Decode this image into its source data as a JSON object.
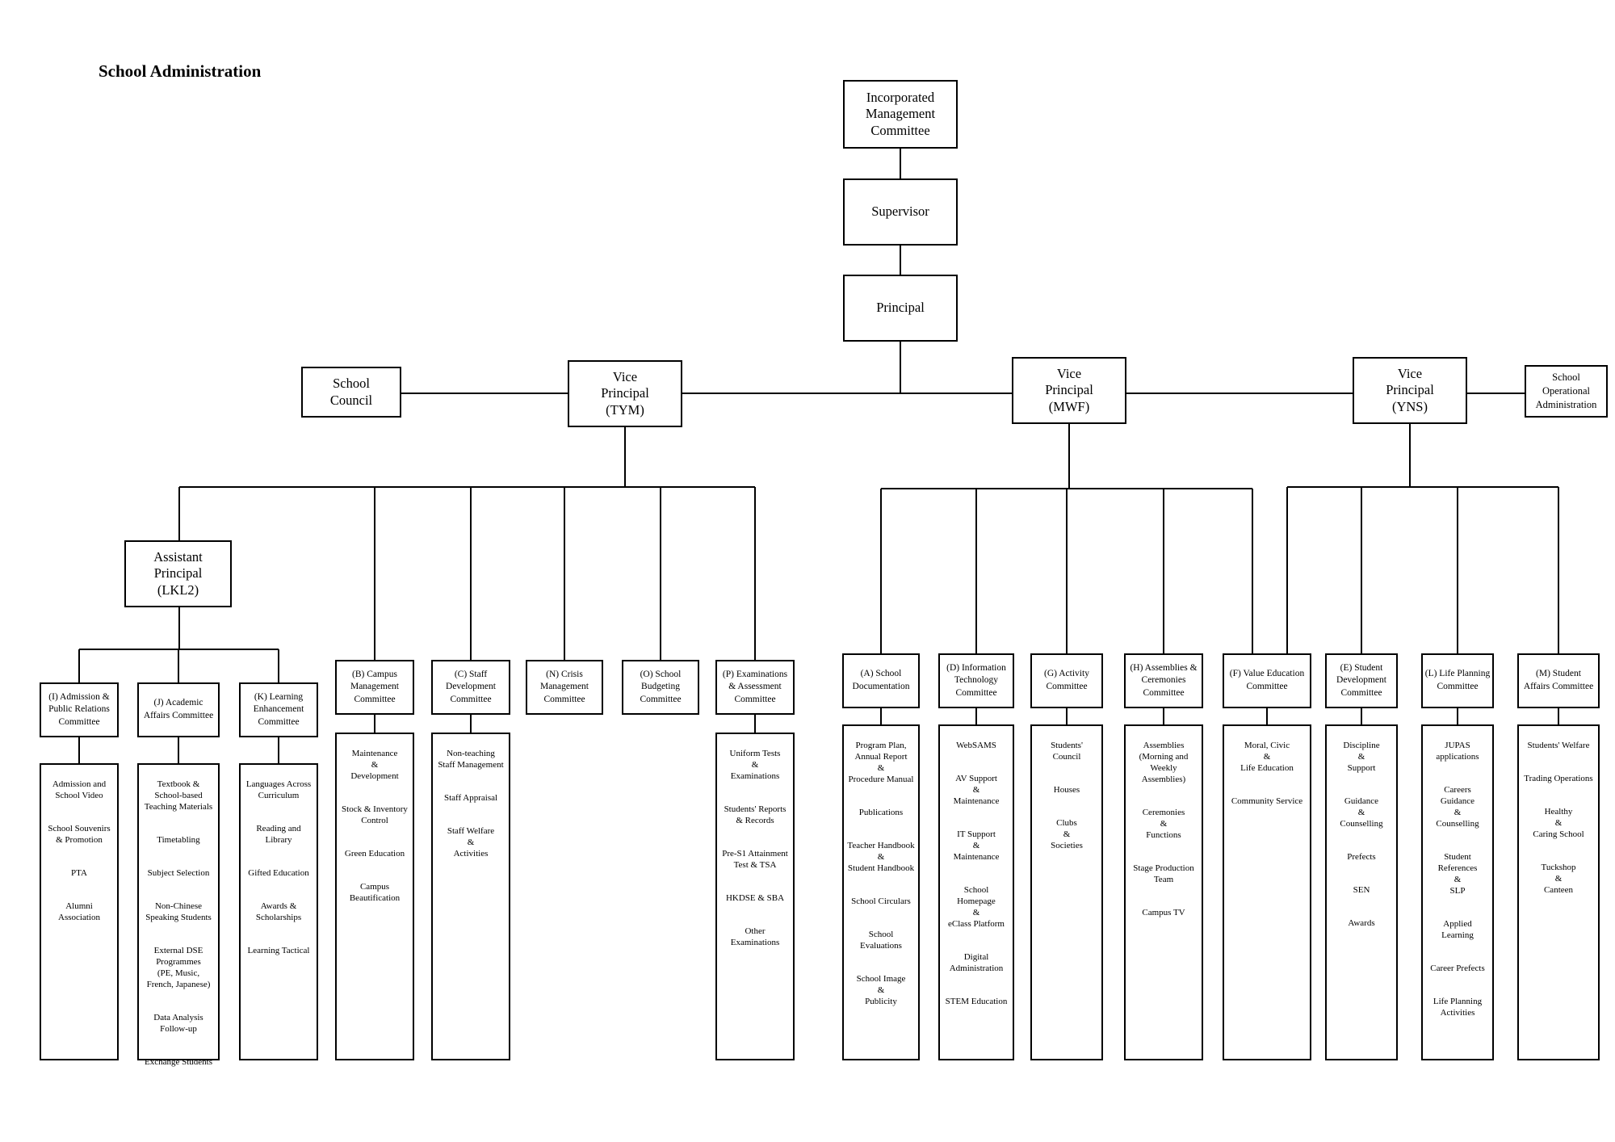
{
  "title": "School Administration",
  "nodes": {
    "imc": "Incorporated\nManagement\nCommittee",
    "supervisor": "Supervisor",
    "principal": "Principal",
    "school_council": "School\nCouncil",
    "vp_tym": "Vice\nPrincipal\n(TYM)",
    "vp_mwf": "Vice\nPrincipal\n(MWF)",
    "vp_yns": "Vice\nPrincipal\n(YNS)",
    "school_operational_admin": "School\nOperational\nAdministration",
    "ap_lkl2": "Assistant\nPrincipal\n(LKL2)"
  },
  "committees": [
    {
      "id": "I",
      "label": "(I) Admission &\nPublic Relations\nCommittee",
      "items": [
        "Admission and\nSchool Video",
        "School Souvenirs\n& Promotion",
        "PTA",
        "Alumni\nAssociation"
      ]
    },
    {
      "id": "J",
      "label": "(J) Academic\nAffairs Committee",
      "items": [
        "Textbook &\nSchool-based\nTeaching Materials",
        "Timetabling",
        "Subject Selection",
        "Non-Chinese\nSpeaking Students",
        "External DSE\nProgrammes\n(PE, Music,\nFrench, Japanese)",
        "Data Analysis\nFollow-up",
        "Exchange Students"
      ]
    },
    {
      "id": "K",
      "label": "(K) Learning\nEnhancement\nCommittee",
      "items": [
        "Languages Across\nCurriculum",
        "Reading and\nLibrary",
        "Gifted Education",
        "Awards &\nScholarships",
        "Learning Tactical"
      ]
    },
    {
      "id": "B",
      "label": "(B) Campus\nManagement\nCommittee",
      "items": [
        "Maintenance\n&\nDevelopment",
        "Stock & Inventory\nControl",
        "Green Education",
        "Campus\nBeautification"
      ]
    },
    {
      "id": "C",
      "label": "(C) Staff\nDevelopment\nCommittee",
      "items": [
        "Non-teaching\nStaff Management",
        "Staff Appraisal",
        "Staff Welfare\n&\nActivities"
      ]
    },
    {
      "id": "N",
      "label": "(N) Crisis\nManagement\nCommittee",
      "items": []
    },
    {
      "id": "O",
      "label": "(O) School\nBudgeting\nCommittee",
      "items": []
    },
    {
      "id": "P",
      "label": "(P) Examinations\n& Assessment\nCommittee",
      "items": [
        "Uniform Tests\n&\nExaminations",
        "Students' Reports\n& Records",
        "Pre-S1 Attainment\nTest & TSA",
        "HKDSE & SBA",
        "Other\nExaminations"
      ]
    },
    {
      "id": "A",
      "label": "(A) School\nDocumentation",
      "items": [
        "Program Plan,\nAnnual Report\n&\nProcedure Manual",
        "Publications",
        "Teacher Handbook\n&\nStudent Handbook",
        "School Circulars",
        "School\nEvaluations",
        "School Image\n&\nPublicity"
      ]
    },
    {
      "id": "D",
      "label": "(D) Information\nTechnology\nCommittee",
      "items": [
        "WebSAMS",
        "AV Support\n&\nMaintenance",
        "IT Support\n&\nMaintenance",
        "School\nHomepage\n&\neClass Platform",
        "Digital\nAdministration",
        "STEM Education"
      ]
    },
    {
      "id": "G",
      "label": "(G) Activity\nCommittee",
      "items": [
        "Students'\nCouncil",
        "Houses",
        "Clubs\n&\nSocieties"
      ]
    },
    {
      "id": "H",
      "label": "(H) Assemblies &\nCeremonies\nCommittee",
      "items": [
        "Assemblies\n(Morning and\nWeekly\nAssemblies)",
        "Ceremonies\n&\nFunctions",
        "Stage Production\nTeam",
        "Campus TV"
      ]
    },
    {
      "id": "F",
      "label": "(F) Value Education\nCommittee",
      "items": [
        "Moral, Civic\n&\nLife Education",
        "Community Service"
      ]
    },
    {
      "id": "E",
      "label": "(E) Student\nDevelopment\nCommittee",
      "items": [
        "Discipline\n&\nSupport",
        "Guidance\n&\nCounselling",
        "Prefects",
        "SEN",
        "Awards"
      ]
    },
    {
      "id": "L",
      "label": "(L) Life Planning\nCommittee",
      "items": [
        "JUPAS\napplications",
        "Careers\nGuidance\n&\nCounselling",
        "Student\nReferences\n&\nSLP",
        "Applied\nLearning",
        "Career Prefects",
        "Life Planning\nActivities"
      ]
    },
    {
      "id": "M",
      "label": "(M) Student\nAffairs Committee",
      "items": [
        "Students' Welfare",
        "Trading Operations",
        "Healthy\n&\nCaring School",
        "Tuckshop\n&\nCanteen"
      ]
    }
  ]
}
